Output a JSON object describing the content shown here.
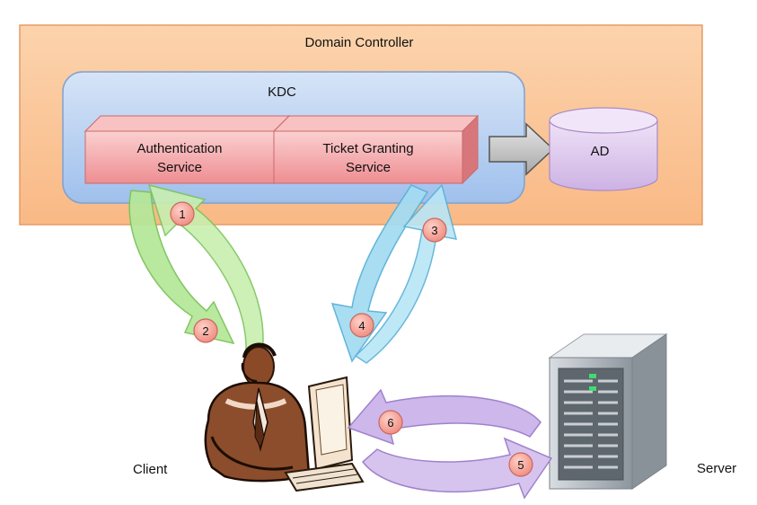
{
  "diagram": {
    "domain_controller": {
      "label": "Domain Controller"
    },
    "kdc": {
      "label": "KDC"
    },
    "authentication_service": {
      "line1": "Authentication",
      "line2": "Service"
    },
    "ticket_granting_service": {
      "line1": "Ticket Granting",
      "line2": "Service"
    },
    "ad": {
      "label": "AD"
    },
    "client": {
      "label": "Client"
    },
    "server": {
      "label": "Server"
    },
    "steps": {
      "s1": "1",
      "s2": "2",
      "s3": "3",
      "s4": "4",
      "s5": "5",
      "s6": "6"
    }
  },
  "colors": {
    "dc_fill": "#fbc79a",
    "dc_stroke": "#e8a070",
    "kdc_fill": "#bcd4f2",
    "service_fill": "#f4a6a8",
    "ad_fill": "#dcc6ec",
    "green_arrow": "#b8e89a",
    "blue_arrow": "#a6dcf0",
    "purple_arrow": "#c9b3e8",
    "step_badge": "#f7a59a"
  }
}
